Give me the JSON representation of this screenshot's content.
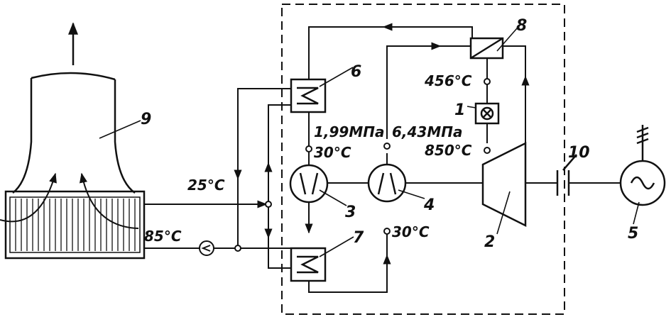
{
  "diagram": {
    "components": [
      {
        "number": "1"
      },
      {
        "number": "2"
      },
      {
        "number": "3"
      },
      {
        "number": "4"
      },
      {
        "number": "5"
      },
      {
        "number": "6"
      },
      {
        "number": "7"
      },
      {
        "number": "8"
      },
      {
        "number": "9"
      },
      {
        "number": "10"
      }
    ],
    "readouts": {
      "turbine_outlet_temp": "456°C",
      "turbine_inlet_temp": "850°C",
      "low_pressure": "1,99МПа",
      "high_pressure": "6,43МПа",
      "compressor1_inlet_temp": "30°C",
      "compressor2_inlet_temp": "30°C",
      "cooling_water_cold": "25°C",
      "cooling_water_hot": "85°C"
    },
    "colors": {
      "ink": "#111111",
      "background": "#ffffff"
    }
  }
}
